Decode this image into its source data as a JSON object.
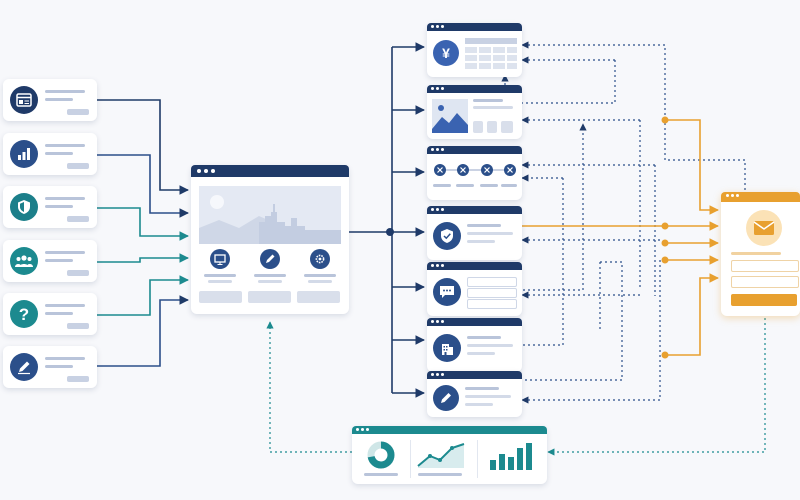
{
  "diagram": {
    "title": "",
    "sources": [
      {
        "icon": "browser-window-icon"
      },
      {
        "icon": "bar-chart-icon"
      },
      {
        "icon": "shield-icon"
      },
      {
        "icon": "users-icon"
      },
      {
        "icon": "question-mark-icon",
        "glyph": "?"
      },
      {
        "icon": "pencil-icon"
      }
    ],
    "hub": {
      "icons": [
        "monitor-icon",
        "edit-icon",
        "settings-gear-icon"
      ]
    },
    "modules": [
      {
        "icon": "yen-icon",
        "glyph": "¥",
        "kind": "table"
      },
      {
        "icon": "image-icon",
        "kind": "gallery"
      },
      {
        "icon": "process-steps-icon",
        "kind": "steps"
      },
      {
        "icon": "shield-check-icon",
        "kind": "list"
      },
      {
        "icon": "chat-icon",
        "kind": "form"
      },
      {
        "icon": "building-icon",
        "kind": "list"
      },
      {
        "icon": "pencil-icon",
        "kind": "list"
      }
    ],
    "email_panel": {
      "icon": "envelope-icon"
    },
    "analytics": {
      "icons": [
        "donut-chart-icon",
        "line-chart-icon",
        "bar-chart-icon"
      ]
    },
    "colors": {
      "navy": "#1f3a68",
      "blue": "#3a63b1",
      "teal": "#1c8a8f",
      "orange": "#e8a02f",
      "card": "#ffffff",
      "background": "#f7f8fb"
    }
  }
}
